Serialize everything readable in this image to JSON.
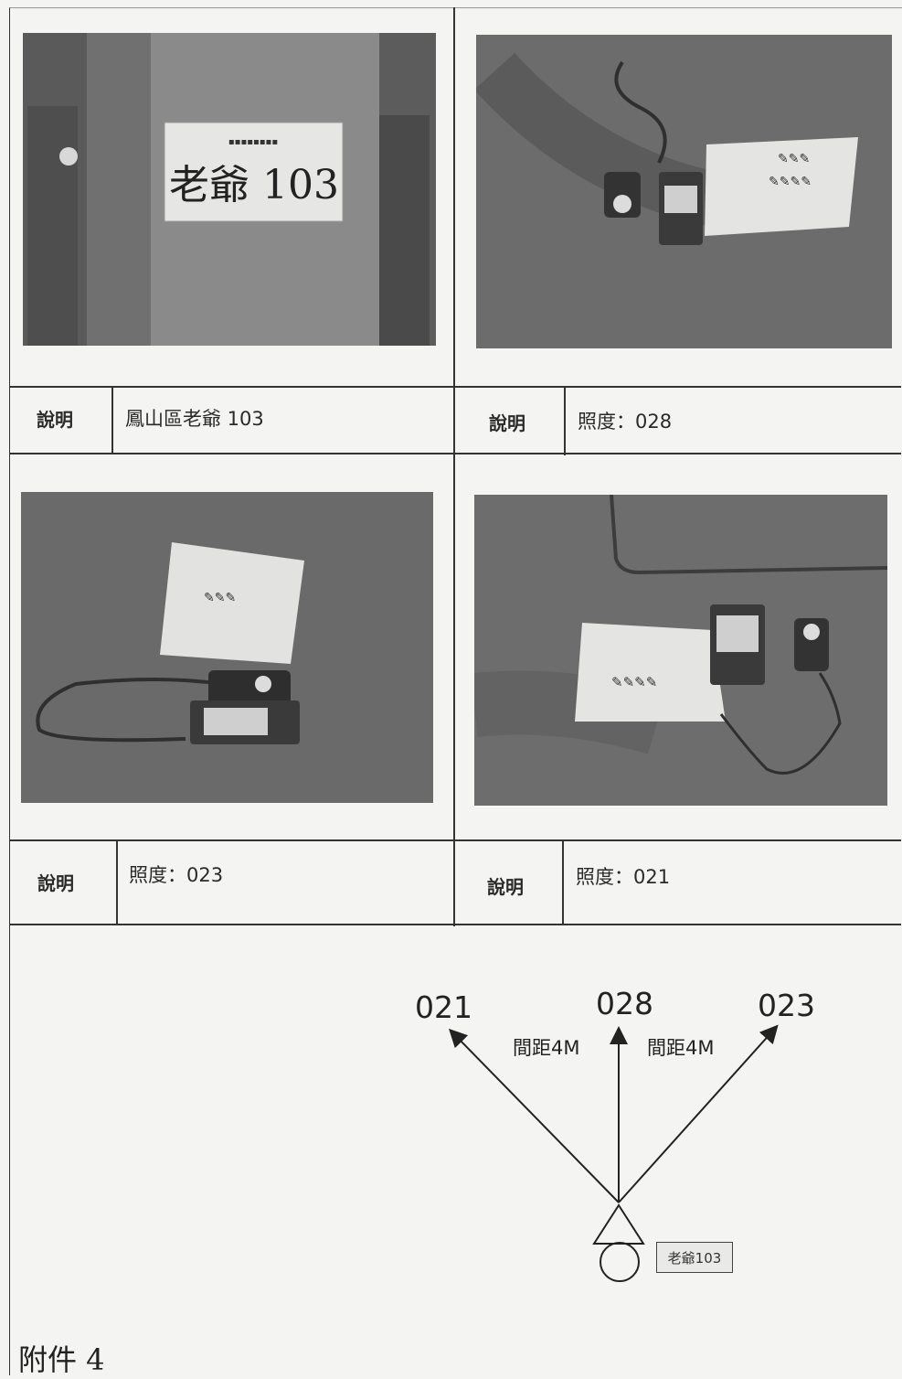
{
  "cells": [
    {
      "label": "說明",
      "text": "鳳山區老爺 103",
      "photo_sign": "老爺 103"
    },
    {
      "label": "說明",
      "text": "照度：028"
    },
    {
      "label": "說明",
      "text": "照度：023"
    },
    {
      "label": "說明",
      "text": "照度：021"
    }
  ],
  "diagram": {
    "left_value": "021",
    "center_value": "028",
    "right_value": "023",
    "left_spacing": "間距4M",
    "right_spacing": "間距4M",
    "pole_label": "老爺103"
  },
  "attachment_label": "附件 4"
}
